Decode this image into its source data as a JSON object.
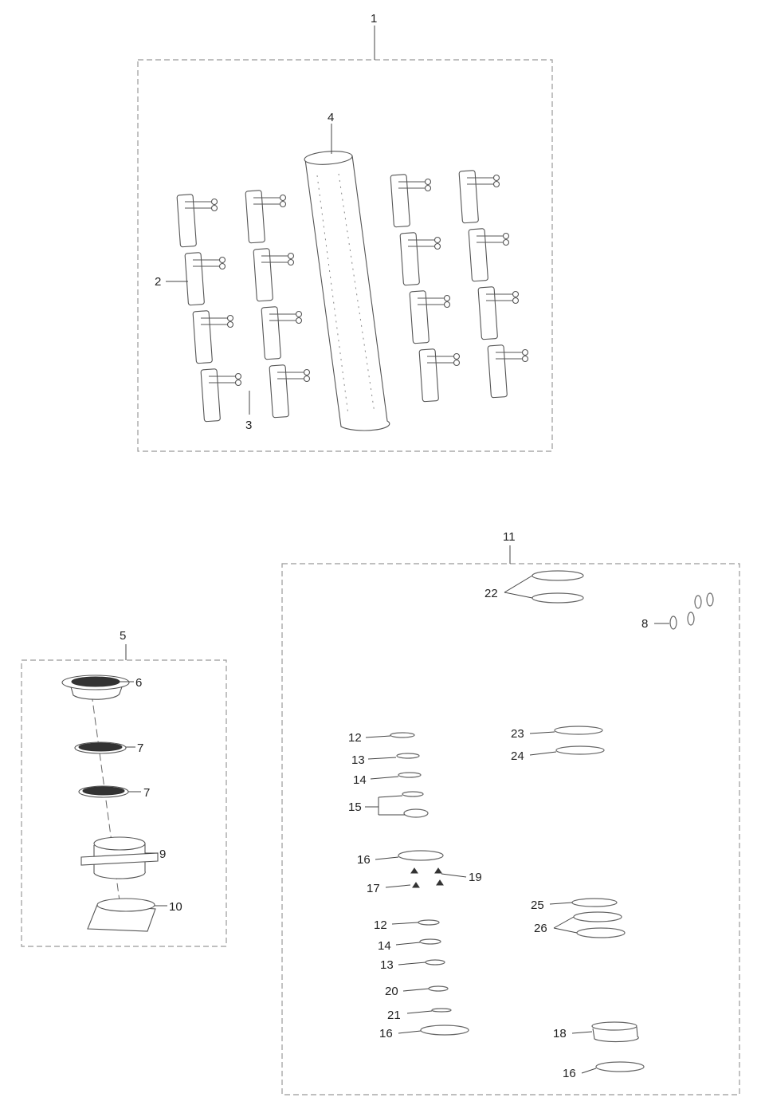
{
  "title": "Exploded parts diagram",
  "groups": {
    "g1": {
      "label": "1",
      "items": {
        "plate": "2",
        "screw": "3",
        "tube": "4"
      }
    },
    "g5": {
      "label": "5",
      "items": {
        "a": "6",
        "b": "7",
        "c": "7",
        "d": "9",
        "e": "10"
      }
    },
    "g11": {
      "label": "11",
      "items": {
        "p22": "22",
        "p8": "8",
        "p12a": "12",
        "p13a": "13",
        "p14a": "14",
        "p15": "15",
        "p23": "23",
        "p24": "24",
        "p16a": "16",
        "p17": "17",
        "p19": "19",
        "p12b": "12",
        "p14b": "14",
        "p13b": "13",
        "p20": "20",
        "p21": "21",
        "p16b": "16",
        "p25": "25",
        "p26": "26",
        "p18": "18",
        "p16c": "16"
      }
    }
  }
}
